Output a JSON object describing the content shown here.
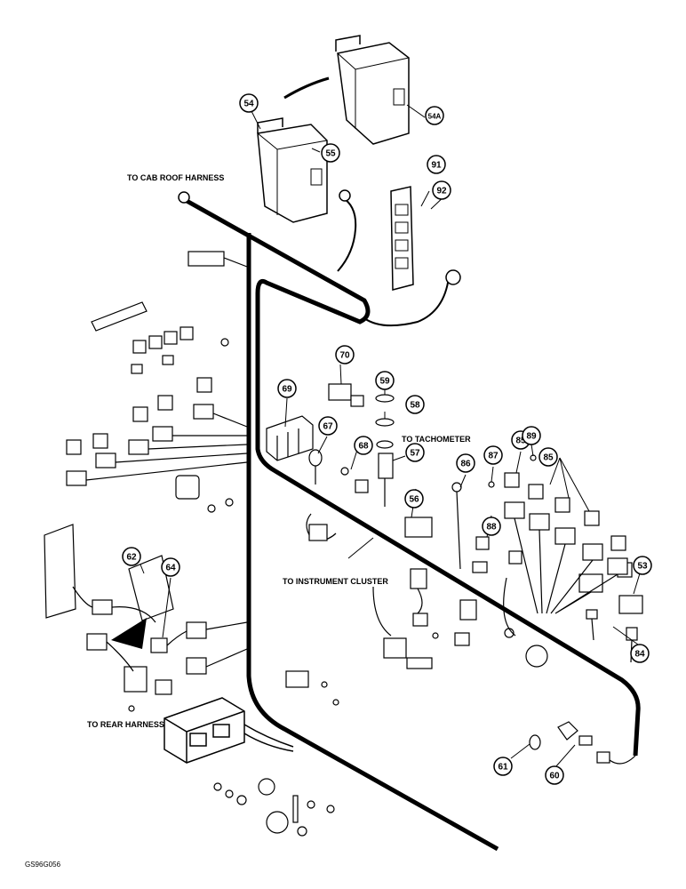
{
  "labels": {
    "cab_roof": "TO CAB ROOF HARNESS",
    "tachometer": "TO TACHOMETER",
    "instrument_cluster": "TO INSTRUMENT CLUSTER",
    "rear_harness": "TO REAR HARNESS",
    "figure_code": "GS96G056"
  },
  "callouts": [
    "54",
    "54A",
    "55",
    "91",
    "92",
    "70",
    "69",
    "59",
    "58",
    "67",
    "68",
    "57",
    "56",
    "86",
    "87",
    "85",
    "89",
    "85",
    "88",
    "62",
    "64",
    "53",
    "84",
    "61",
    "60"
  ]
}
